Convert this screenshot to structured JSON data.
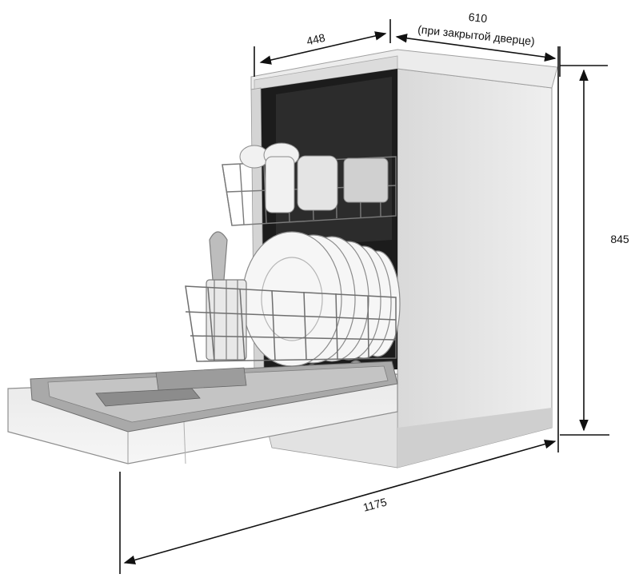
{
  "dimensions": {
    "width": "448",
    "depth": "610",
    "depth_note": "(при закрытой дверце)",
    "height": "845",
    "depth_open_door": "1175"
  },
  "colors": {
    "background": "#ffffff",
    "line": "#111111",
    "body_light": "#e6e6e6",
    "body_mid": "#cfcfcf",
    "interior_dark": "#1a1a1a",
    "rack": "#6e6e6e",
    "plates": "#f4f4f4"
  }
}
